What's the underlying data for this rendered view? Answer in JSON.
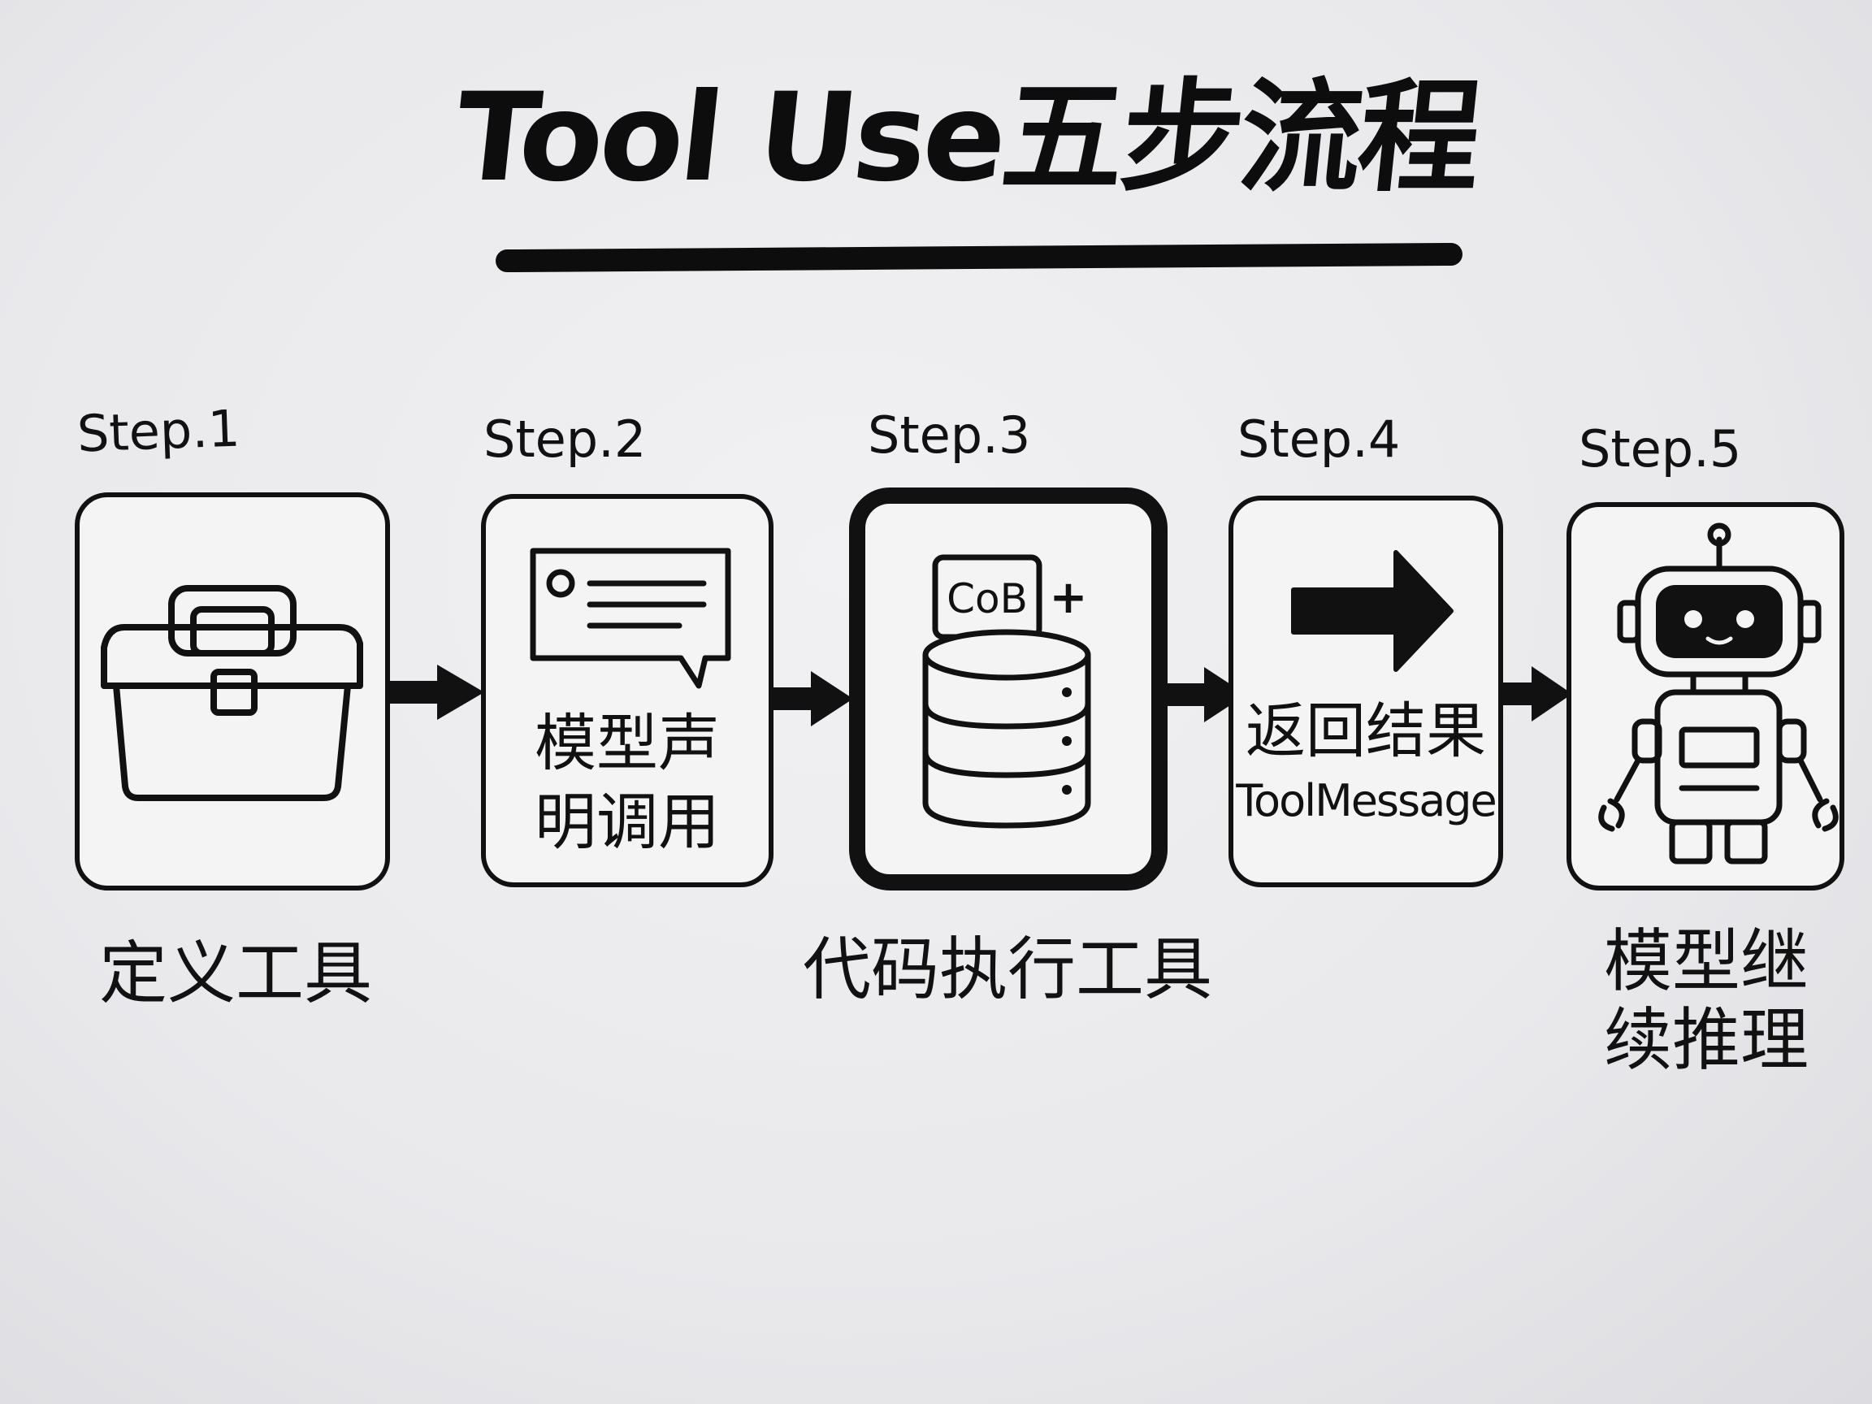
{
  "title": "Tool Use五步流程",
  "steps": [
    {
      "label": "Step.1",
      "icon": "toolbox-icon",
      "caption": "定义工具"
    },
    {
      "label": "Step.2",
      "icon": "chat-bubble-icon",
      "card_text_line1": "模型声",
      "card_text_line2": "明调用"
    },
    {
      "label": "Step.3",
      "icon": "database-icon",
      "icon_text": "CoB",
      "icon_plus": "+",
      "caption": "代码执行工具"
    },
    {
      "label": "Step.4",
      "icon": "arrow-right-icon",
      "card_text_line1": "返回结果",
      "card_text_line2": "ToolMessage"
    },
    {
      "label": "Step.5",
      "icon": "robot-icon",
      "caption_line1": "模型继",
      "caption_line2": "续推理"
    }
  ]
}
